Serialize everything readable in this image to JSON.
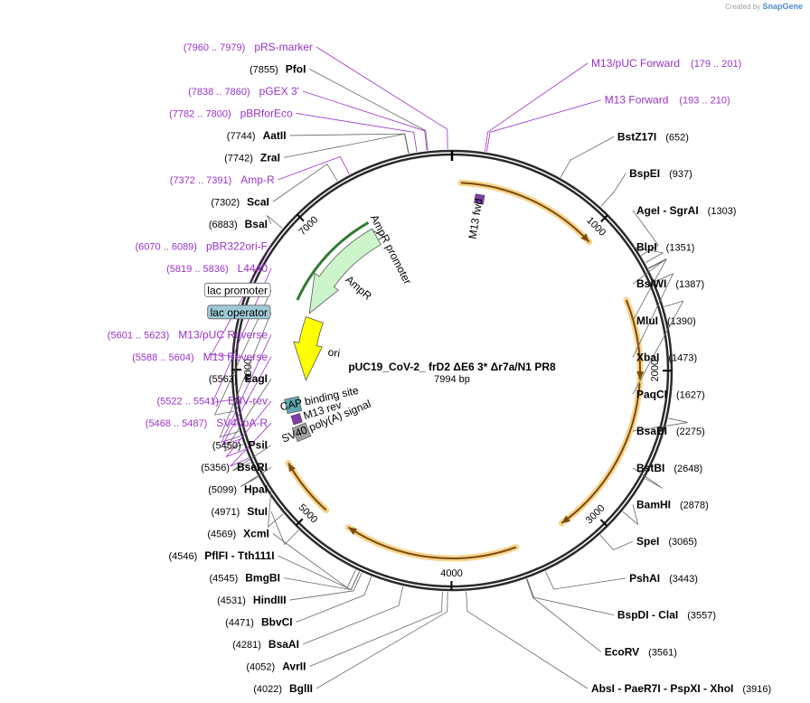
{
  "branding": {
    "created_by": "Created by",
    "logo_text": "SnapGene"
  },
  "plasmid": {
    "name": "pUC19_CoV-2_ frD2 ΔE6 3* Δr7a/N1 PR8",
    "length_label": "7994 bp",
    "length": 7994
  },
  "ring_ticks": [
    {
      "label": "1000",
      "pos": 1000
    },
    {
      "label": "2000",
      "pos": 2000
    },
    {
      "label": "3000",
      "pos": 3000
    },
    {
      "label": "4000",
      "pos": 4000
    },
    {
      "label": "5000",
      "pos": 5000
    },
    {
      "label": "6000",
      "pos": 6000
    },
    {
      "label": "7000",
      "pos": 7000
    }
  ],
  "features": [
    {
      "name": "AmpR promoter",
      "start": 7340,
      "end": 7445,
      "color": "#ffffff",
      "type": "promoter"
    },
    {
      "name": "AmpR",
      "start": 6480,
      "end": 7340,
      "color": "#ccf5cc",
      "type": "cds"
    },
    {
      "name": "ori",
      "start": 5910,
      "end": 6445,
      "color": "#ffff00",
      "type": "rep"
    },
    {
      "name": "CAP binding site",
      "start": 5712,
      "end": 5734,
      "color": "#5fa8b0",
      "type": "site"
    },
    {
      "name": "M13 rev",
      "start": 5602,
      "end": 5618,
      "color": "#7e3fa8",
      "type": "primer"
    },
    {
      "name": "SV40 poly(A) signal",
      "start": 5440,
      "end": 5560,
      "color": "#a0a0a0",
      "type": "site"
    },
    {
      "name": "M13 fwd",
      "start": 193,
      "end": 210,
      "color": "#7e3fa8",
      "type": "primer"
    }
  ],
  "orange_arcs": [
    {
      "start": 60,
      "end": 1040
    },
    {
      "start": 1510,
      "end": 2060
    },
    {
      "start": 2085,
      "end": 3205
    },
    {
      "start": 3555,
      "end": 4740
    },
    {
      "start": 4930,
      "end": 5340
    }
  ],
  "enzymes": [
    {
      "name": "BstZ17I",
      "pos_label": "(652)",
      "pos": 652
    },
    {
      "name": "BspEI",
      "pos_label": "(937)",
      "pos": 937
    },
    {
      "name": "AgeI - SgrAI",
      "pos_label": "(1303)",
      "pos": 1303
    },
    {
      "name": "BlpI",
      "pos_label": "(1351)",
      "pos": 1351
    },
    {
      "name": "BsiWI",
      "pos_label": "(1387)",
      "pos": 1387
    },
    {
      "name": "MluI",
      "pos_label": "(1390)",
      "pos": 1390
    },
    {
      "name": "XbaI",
      "pos_label": "(1473)",
      "pos": 1473
    },
    {
      "name": "PaqCI",
      "pos_label": "(1627)",
      "pos": 1627
    },
    {
      "name": "BsaBI",
      "pos_label": "(2275)",
      "pos": 2275
    },
    {
      "name": "BstBI",
      "pos_label": "(2648)",
      "pos": 2648
    },
    {
      "name": "BamHI",
      "pos_label": "(2878)",
      "pos": 2878
    },
    {
      "name": "SpeI",
      "pos_label": "(3065)",
      "pos": 3065
    },
    {
      "name": "PshAI",
      "pos_label": "(3443)",
      "pos": 3443
    },
    {
      "name": "BspDI - ClaI",
      "pos_label": "(3557)",
      "pos": 3557
    },
    {
      "name": "EcoRV",
      "pos_label": "(3561)",
      "pos": 3561
    },
    {
      "name": "AbsI - PaeR7I - PspXI - XhoI",
      "pos_label": "(3916)",
      "pos": 3916
    },
    {
      "name": "BglII",
      "pos_label": "(4022)",
      "pos": 4022
    },
    {
      "name": "AvrII",
      "pos_label": "(4052)",
      "pos": 4052
    },
    {
      "name": "BsaAI",
      "pos_label": "(4281)",
      "pos": 4281
    },
    {
      "name": "BbvCI",
      "pos_label": "(4471)",
      "pos": 4471
    },
    {
      "name": "HindIII",
      "pos_label": "(4531)",
      "pos": 4531
    },
    {
      "name": "BmgBI",
      "pos_label": "(4545)",
      "pos": 4545
    },
    {
      "name": "PflFI - Tth111I",
      "pos_label": "(4546)",
      "pos": 4546
    },
    {
      "name": "XcmI",
      "pos_label": "(4569)",
      "pos": 4569
    },
    {
      "name": "StuI",
      "pos_label": "(4971)",
      "pos": 4971
    },
    {
      "name": "HpaI",
      "pos_label": "(5099)",
      "pos": 5099
    },
    {
      "name": "BseRI",
      "pos_label": "(5356)",
      "pos": 5356
    },
    {
      "name": "PsiI",
      "pos_label": "(5450)",
      "pos": 5450
    },
    {
      "name": "EagI",
      "pos_label": "(5563)",
      "pos": 5563
    },
    {
      "name": "BsaI",
      "pos_label": "(6883)",
      "pos": 6883
    },
    {
      "name": "ScaI",
      "pos_label": "(7302)",
      "pos": 7302
    },
    {
      "name": "ZraI",
      "pos_label": "(7742)",
      "pos": 7742
    },
    {
      "name": "AatII",
      "pos_label": "(7744)",
      "pos": 7744
    },
    {
      "name": "PfoI",
      "pos_label": "(7855)",
      "pos": 7855
    }
  ],
  "primers": [
    {
      "name": "pRS-marker",
      "range": "(7960 .. 7979)",
      "pos": 7969
    },
    {
      "name": "pGEX 3'",
      "range": "(7838 .. 7860)",
      "pos": 7849
    },
    {
      "name": "pBRforEco",
      "range": "(7782 .. 7800)",
      "pos": 7791
    },
    {
      "name": "Amp-R",
      "range": "(7372 .. 7391)",
      "pos": 7381
    },
    {
      "name": "M13/pUC Forward",
      "range": "(179 .. 201)",
      "pos": 190
    },
    {
      "name": "M13 Forward",
      "range": "(193 .. 210)",
      "pos": 201
    },
    {
      "name": "pBR322ori-F",
      "range": "(6070 .. 6089)",
      "pos": 6079
    },
    {
      "name": "L4440",
      "range": "(5819 .. 5836)",
      "pos": 5827
    },
    {
      "name": "M13/pUC Reverse",
      "range": "(5601 .. 5623)",
      "pos": 5612
    },
    {
      "name": "M13 Reverse",
      "range": "(5588 .. 5604)",
      "pos": 5596
    },
    {
      "name": "EBV-rev",
      "range": "(5522 .. 5541)",
      "pos": 5531
    },
    {
      "name": "SV40pA-R",
      "range": "(5468 .. 5487)",
      "pos": 5477
    }
  ],
  "boxed_features": [
    {
      "name": "lac promoter",
      "pos": 5760,
      "fill": "#ffffff"
    },
    {
      "name": "lac operator",
      "pos": 5640,
      "fill": "#9ec9d6"
    }
  ],
  "colors": {
    "enzyme": "#000000",
    "primer": "#9933cc",
    "orange": "#f0a030",
    "amp_arrow": "#2f7a2f"
  }
}
